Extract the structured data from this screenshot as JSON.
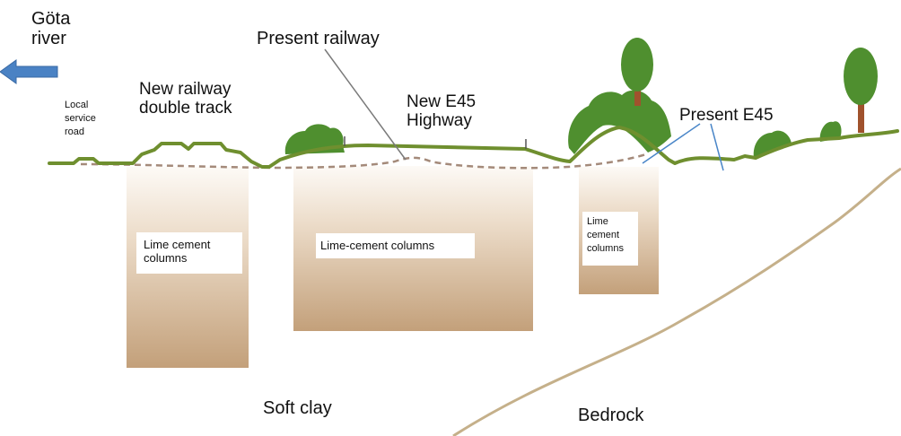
{
  "labels": {
    "gota_river": "Göta\nriver",
    "present_railway": "Present railway",
    "new_railway": "New railway\ndouble track",
    "local_road": "Local\nservice\nroad",
    "new_e45": "New E45\nHighway",
    "present_e45": "Present E45",
    "lc_columns_left": "Lime cement\ncolumns",
    "lc_columns_center": "Lime-cement columns",
    "lc_columns_right": "Lime\ncement\ncolumns",
    "soft_clay": "Soft clay",
    "bedrock": "Bedrock"
  },
  "colors": {
    "ground_line": "#6f8f2f",
    "vegetation": "#4f8f2f",
    "column_top": "#fbf7f1",
    "column_bottom": "#c3a07a",
    "bedrock_line": "#c5b08a",
    "old_surface_dash": "#a48a7a",
    "leader_line": "#7a7a7a",
    "e45_leader": "#4a86c8",
    "arrow": "#4a82c4",
    "tree_trunk": "#a0522d"
  },
  "icons": {
    "river_arrow": "arrow-left-icon"
  }
}
